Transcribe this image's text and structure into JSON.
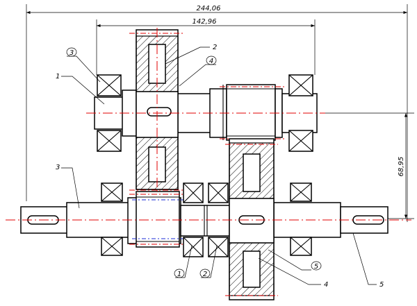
{
  "dimensions": {
    "overall_length": "244,06",
    "bearing_span": "142,96",
    "center_distance": "68,95"
  },
  "leaders": {
    "shaft_top": "1",
    "gear_top": "2",
    "shaft_bottom": "3",
    "gear_bottom": "4",
    "shaft_right": "5"
  },
  "circled": {
    "c1": "1",
    "c2": "2",
    "c3": "3",
    "c4": "4",
    "c5": "5"
  }
}
